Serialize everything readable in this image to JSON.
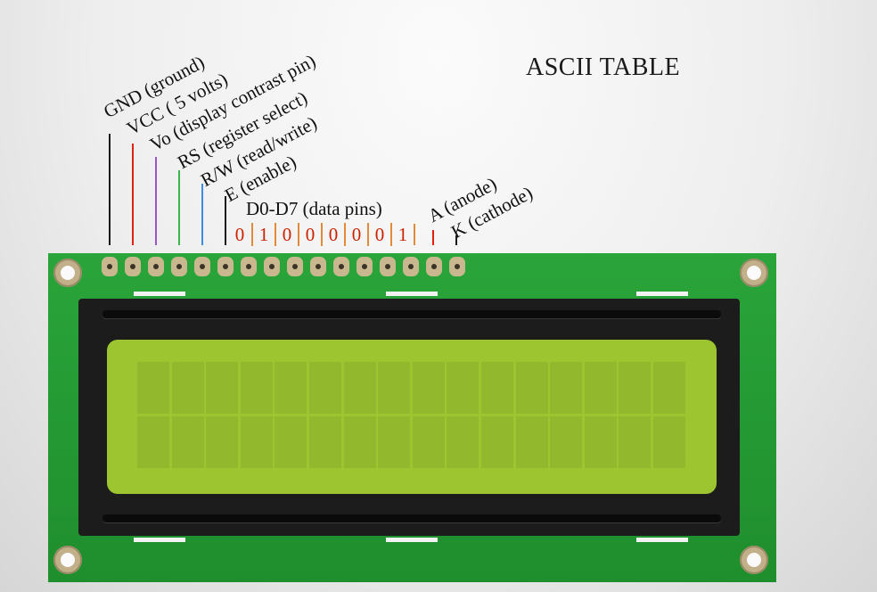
{
  "title": "ASCII TABLE",
  "pin_labels": [
    {
      "text": "GND (ground)",
      "color": "#1a1a1a"
    },
    {
      "text": "VCC ( 5 volts)",
      "color": "#e02010"
    },
    {
      "text": "Vo (display contrast pin)",
      "color": "#9a55c8"
    },
    {
      "text": "RS (register select)",
      "color": "#39b54a"
    },
    {
      "text": "R/W (read/write)",
      "color": "#3a8de0"
    },
    {
      "text": "E (enable)",
      "color": "#1a1a1a"
    }
  ],
  "data_pins": {
    "label": "D0-D7 (data pins)",
    "bits": [
      "0",
      "1",
      "0",
      "0",
      "0",
      "0",
      "0",
      "1"
    ]
  },
  "anode_label": "A (anode)",
  "cathode_label": "K (cathode)",
  "lcd": {
    "rows": 2,
    "columns": 16,
    "pins": 16
  }
}
